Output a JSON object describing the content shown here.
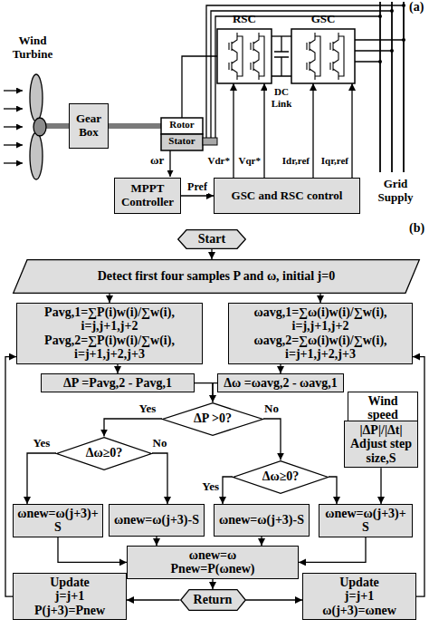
{
  "diagram": {
    "nodes": [
      {
        "text": [
          "Gear Box"
        ]
      },
      {
        "text": [
          "RSC"
        ]
      },
      {
        "text": [
          "GSC"
        ]
      },
      {
        "text": [
          "MPPT Controller"
        ]
      },
      {
        "text": [
          "GSC and RSC control"
        ]
      },
      {
        "text": [
          "Start"
        ]
      },
      {
        "text": [
          "Detect first four samples P and ω, initial j=0"
        ]
      },
      {
        "text": [
          "Pavg,1=∑P(i)w(i)/∑w(i), i=j,j+1,j+2",
          "Pavg,2=∑P(i)w(i)/∑w(i), i=j+1,j+2,j+3"
        ]
      },
      {
        "text": [
          "ωavg,1=∑ω(i)w(i)/∑w(i), i=j,j+1,j+2",
          "ωavg,2=∑ω(i)w(i)/∑w(i), i=j+1,j+2,j+3"
        ]
      },
      {
        "text": [
          "ΔP =Pavg,2 - Pavg,1"
        ]
      },
      {
        "text": [
          "Δω =ωavg,2 - ωavg,1"
        ]
      },
      {
        "text": [
          "ΔP >0?"
        ]
      },
      {
        "text": [
          "Wind speed"
        ]
      },
      {
        "text": [
          "Δω≥0?"
        ]
      },
      {
        "text": [
          "Δω≥0?"
        ]
      },
      {
        "text": [
          "|ΔP|/|Δt|",
          "Adjust step size,S"
        ]
      },
      {
        "text": [
          "ωnew=ω(j+3)+S"
        ]
      },
      {
        "text": [
          "ωnew=ω(j+3)-S"
        ]
      },
      {
        "text": [
          "ωnew=ω(j+3)-S"
        ]
      },
      {
        "text": [
          "ωnew=ω(j+3)+S"
        ]
      },
      {
        "text": [
          "ωnew=ω",
          "Pnew=P(ωnew)"
        ]
      },
      {
        "text": [
          "Update",
          "j=j+1",
          "P(j+3)=Pnew"
        ]
      },
      {
        "text": [
          "Return"
        ]
      },
      {
        "text": [
          "Update",
          "j=j+1",
          "ω(j+3)=ωnew"
        ]
      }
    ],
    "edges": [
      {
        "from": 3,
        "to": 4,
        "arrow": "to",
        "label": "Pref"
      },
      {
        "from": 4,
        "to": 1,
        "arrow": "to",
        "label": "Vdr*"
      },
      {
        "from": 4,
        "to": 1,
        "arrow": "to",
        "label": "Vqr*"
      },
      {
        "from": 4,
        "to": 2,
        "arrow": "to",
        "label": "Idr,ref"
      },
      {
        "from": 4,
        "to": 2,
        "arrow": "to",
        "label": "Iqr,ref"
      },
      {
        "from": 1,
        "to": 2,
        "arrow": "none",
        "label": "DC Link"
      },
      {
        "from": 5,
        "to": 6,
        "arrow": "to"
      },
      {
        "from": 6,
        "to": 7,
        "arrow": "to"
      },
      {
        "from": 6,
        "to": 8,
        "arrow": "to"
      },
      {
        "from": 7,
        "to": 9,
        "arrow": "to"
      },
      {
        "from": 8,
        "to": 10,
        "arrow": "to"
      },
      {
        "from": 9,
        "to": 11,
        "arrow": "to"
      },
      {
        "from": 10,
        "to": 11,
        "arrow": "to"
      },
      {
        "from": 11,
        "to": 13,
        "arrow": "to",
        "label": "Yes"
      },
      {
        "from": 11,
        "to": 14,
        "arrow": "to",
        "label": "No"
      },
      {
        "from": 12,
        "to": 15,
        "arrow": "to"
      },
      {
        "from": 13,
        "to": 16,
        "arrow": "to",
        "label": "Yes"
      },
      {
        "from": 13,
        "to": 17,
        "arrow": "to",
        "label": "No"
      },
      {
        "from": 14,
        "to": 18,
        "arrow": "to",
        "label": "Yes"
      },
      {
        "from": 14,
        "to": 19,
        "arrow": "to"
      },
      {
        "from": 15,
        "to": 19,
        "arrow": "to"
      },
      {
        "from": 16,
        "to": 20,
        "arrow": "to"
      },
      {
        "from": 17,
        "to": 20,
        "arrow": "to"
      },
      {
        "from": 18,
        "to": 20,
        "arrow": "to"
      },
      {
        "from": 19,
        "to": 20,
        "arrow": "to"
      },
      {
        "from": 20,
        "to": 22,
        "arrow": "to"
      },
      {
        "from": 22,
        "to": 21,
        "arrow": "to"
      },
      {
        "from": 22,
        "to": 23,
        "arrow": "to"
      },
      {
        "from": 21,
        "to": 7,
        "arrow": "to"
      },
      {
        "from": 23,
        "to": 8,
        "arrow": "to"
      }
    ],
    "labels": [
      "(a)",
      "Wind Turbine",
      "Rotor",
      "Stator",
      "ωr",
      "Grid Supply",
      "(b)"
    ]
  }
}
